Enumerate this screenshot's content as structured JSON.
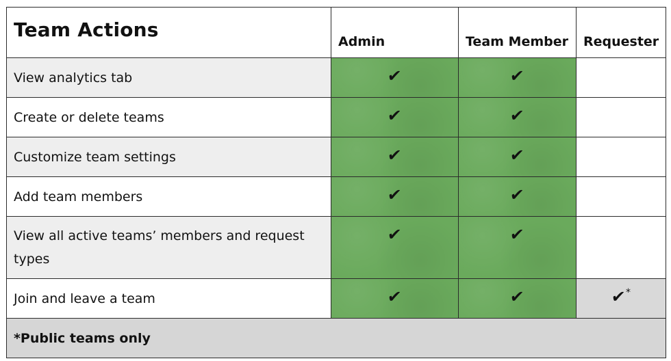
{
  "header": {
    "title": "Team Actions",
    "columns": [
      "Admin",
      "Team Member",
      "Requester"
    ]
  },
  "rows": [
    {
      "action": "View analytics tab",
      "admin": "✔",
      "member": "✔",
      "requester": ""
    },
    {
      "action": "Create or delete teams",
      "admin": "✔",
      "member": "✔",
      "requester": ""
    },
    {
      "action": "Customize team settings",
      "admin": "✔",
      "member": "✔",
      "requester": ""
    },
    {
      "action": "Add team members",
      "admin": "✔",
      "member": "✔",
      "requester": ""
    },
    {
      "action": "View all active teams’ members and request types",
      "admin": "✔",
      "member": "✔",
      "requester": ""
    },
    {
      "action": "Join and leave a team",
      "admin": "✔",
      "member": "✔",
      "requester": "✔",
      "requester_mark": "*"
    }
  ],
  "footnote": "*Public teams only",
  "colors": {
    "allowed": "#6aaa5c",
    "partial": "#d9d9d9",
    "row_alt": "#eeeeee",
    "footer": "#d6d6d6"
  }
}
